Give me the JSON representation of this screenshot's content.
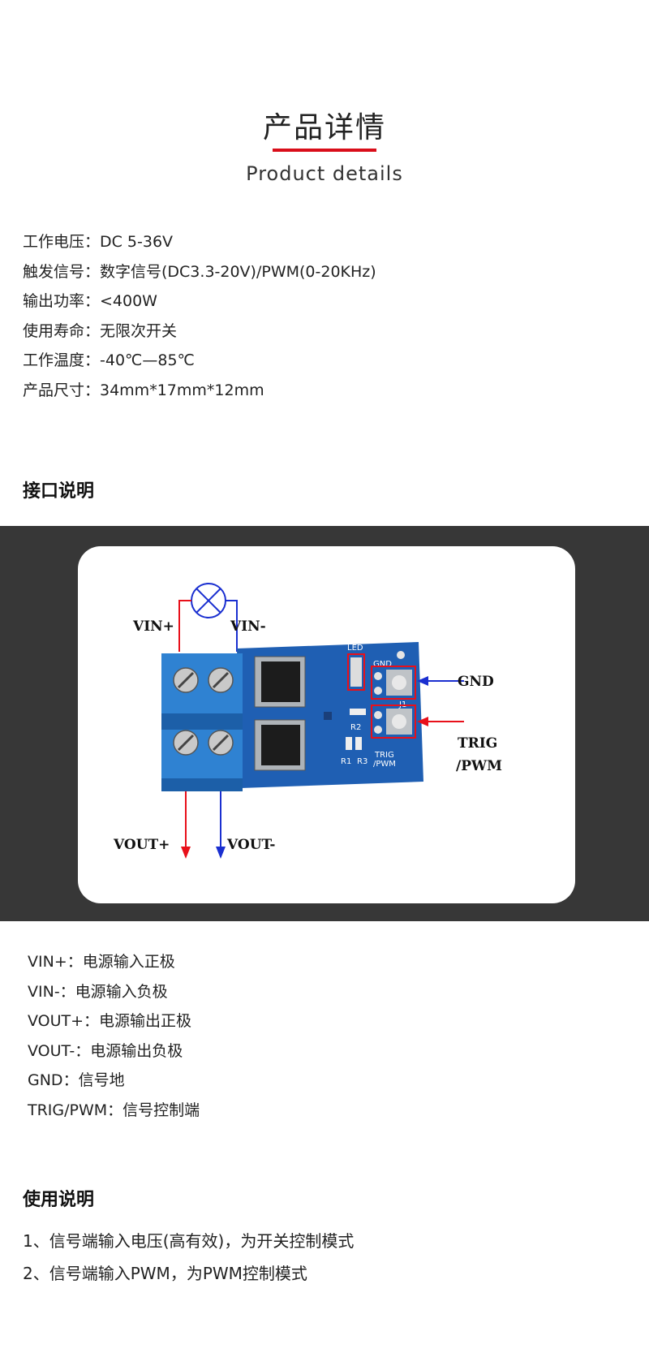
{
  "header": {
    "title_cn": "产品详情",
    "title_en": "Product details",
    "accent_color": "#d90e1a"
  },
  "specs": [
    "工作电压：DC 5-36V",
    "触发信号：数字信号(DC3.3-20V)/PWM(0-20KHz)",
    "输出功率：<400W",
    "使用寿命：无限次开关",
    "工作温度：-40℃—85℃",
    "产品尺寸：34mm*17mm*12mm"
  ],
  "interface": {
    "heading": "接口说明",
    "diagram_labels": {
      "vin_plus": "VIN+",
      "vin_minus": "VIN-",
      "vout_plus": "VOUT+",
      "vout_minus": "VOUT-",
      "gnd": "GND",
      "trig": "TRIG",
      "pwm": "/PWM",
      "board_led": "LED",
      "board_gnd": "GND",
      "board_j1": "J1",
      "board_r2": "R2",
      "board_r1": "R1",
      "board_r3": "R3",
      "board_trig": "TRIG",
      "board_pwm": "/PWM"
    },
    "pins": [
      "VIN+：电源输入正极",
      "VIN-：电源输入负极",
      "VOUT+：电源输出正极",
      "VOUT-：电源输出负极",
      "GND：信号地",
      "TRIG/PWM：信号控制端"
    ],
    "colors": {
      "positive_wire": "#e8101a",
      "negative_wire": "#1a2fd0",
      "terminal_blue": "#2f82d2",
      "pcb_blue": "#1f5fb3",
      "highlight_box": "#e8101a"
    }
  },
  "usage": {
    "heading": "使用说明",
    "items": [
      "1、信号端输入电压(高有效)，为开关控制模式",
      "2、信号端输入PWM，为PWM控制模式"
    ]
  }
}
